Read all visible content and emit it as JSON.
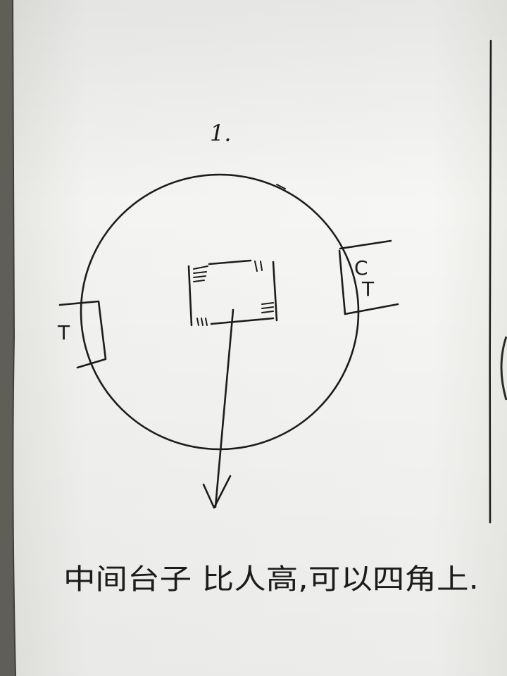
{
  "figure_number": "1.",
  "labels": {
    "left_box": "T",
    "right_box_top": "C",
    "right_box_bottom": "T"
  },
  "caption": "中间台子 比人高,可以四角上.",
  "colors": {
    "ink": "#1c1c1c",
    "paper": "#f4f4f2",
    "fabric": "#5f5e57"
  }
}
